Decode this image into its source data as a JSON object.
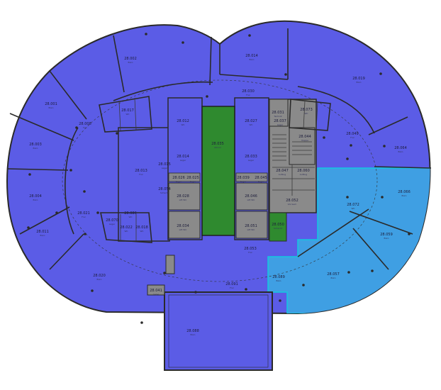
{
  "colors": {
    "office": "#5b5ce6",
    "selected": "#3f9fe3",
    "selected_outline": "#12c8e0",
    "core": "#8a8a8a",
    "atrium": "#2f8a2f",
    "wall": "#2a2a2a"
  },
  "rooms": [
    {
      "id": "r-002",
      "label": "28.002",
      "sub": "Büro"
    },
    {
      "id": "r-014",
      "label": "28.014",
      "sub": "Büro"
    },
    {
      "id": "r-019",
      "label": "28.019",
      "sub": "Büro"
    },
    {
      "id": "r-001",
      "label": "28.001",
      "sub": "Büro"
    },
    {
      "id": "r-008",
      "label": "28.008",
      "sub": "Flur"
    },
    {
      "id": "r-003",
      "label": "28.003",
      "sub": "Büro"
    },
    {
      "id": "r-004",
      "label": "28.004",
      "sub": "Büro"
    },
    {
      "id": "r-011",
      "label": "28.011",
      "sub": "Büro"
    },
    {
      "id": "r-021",
      "label": "28.021",
      "sub": "Flur"
    },
    {
      "id": "r-020",
      "label": "28.020",
      "sub": "Büro"
    },
    {
      "id": "r-091",
      "label": "28.091",
      "sub": "Flur"
    },
    {
      "id": "r-088",
      "label": "28.088",
      "sub": "Büro"
    },
    {
      "id": "r-053",
      "label": "28.053",
      "sub": "Flur"
    },
    {
      "id": "r-030",
      "label": "28.030",
      "sub": "Flur"
    },
    {
      "id": "r-049",
      "label": "28.049",
      "sub": "Flur"
    },
    {
      "id": "r-064",
      "label": "28.064",
      "sub": "Büro"
    },
    {
      "id": "r-012",
      "label": "28.012",
      "sub": "WC"
    },
    {
      "id": "r-014b",
      "label": "28.014",
      "sub": "Lager"
    },
    {
      "id": "r-013",
      "label": "28.013",
      "sub": "Flur"
    },
    {
      "id": "r-027",
      "label": "28.027",
      "sub": "WC"
    },
    {
      "id": "r-033",
      "label": "28.033",
      "sub": "Lager"
    },
    {
      "id": "r-031",
      "label": "28.031",
      "sub": "Technik"
    },
    {
      "id": "r-044",
      "label": "28.044",
      "sub": "Treppe"
    },
    {
      "id": "r-047",
      "label": "28.047",
      "sub": "Aufzug"
    },
    {
      "id": "r-060",
      "label": "28.060",
      "sub": "Aufzug"
    },
    {
      "id": "r-052",
      "label": "28.052",
      "sub": "Vorraum"
    },
    {
      "id": "r-028",
      "label": "28.028",
      "sub": "Lift WC"
    },
    {
      "id": "r-034",
      "label": "28.034",
      "sub": "Lift WC"
    },
    {
      "id": "r-046",
      "label": "28.046",
      "sub": "Lift WC"
    },
    {
      "id": "r-051",
      "label": "28.051",
      "sub": "Lift WC"
    },
    {
      "id": "r-050",
      "label": "28.050",
      "sub": "Schacht"
    },
    {
      "id": "r-035",
      "label": "28.035",
      "sub": "Atrium"
    },
    {
      "id": "r-066",
      "label": "28.066",
      "sub": "Büro"
    },
    {
      "id": "r-059",
      "label": "28.059",
      "sub": "Büro"
    },
    {
      "id": "r-057",
      "label": "28.057",
      "sub": "Büro"
    },
    {
      "id": "r-089",
      "label": "28.089",
      "sub": "Büro"
    },
    {
      "id": "r-072",
      "label": "28.072",
      "sub": "WC"
    },
    {
      "id": "r-017",
      "label": "28.017",
      "sub": "WC"
    },
    {
      "id": "r-022",
      "label": "28.022",
      "sub": "WC"
    },
    {
      "id": "r-018",
      "label": "28.018",
      "sub": "WC"
    },
    {
      "id": "r-073",
      "label": "28.073",
      "sub": "WC"
    },
    {
      "id": "r-070",
      "label": "28.070",
      "sub": "Lager"
    },
    {
      "id": "r-086",
      "label": "28.086",
      "sub": "WC"
    },
    {
      "id": "r-041",
      "label": "28.041",
      "sub": "Lager"
    },
    {
      "id": "r-015",
      "label": "28.015",
      "sub": "Lager"
    },
    {
      "id": "r-026",
      "label": "28.026",
      "sub": "Lager"
    },
    {
      "id": "r-025",
      "label": "28.025",
      "sub": "Lager"
    },
    {
      "id": "r-039",
      "label": "28.039",
      "sub": "Lager"
    },
    {
      "id": "r-045",
      "label": "28.045",
      "sub": "Lager"
    },
    {
      "id": "r-054",
      "label": "28.054",
      "sub": "Schacht"
    },
    {
      "id": "r-037",
      "label": "28.037",
      "sub": "Lager"
    }
  ]
}
